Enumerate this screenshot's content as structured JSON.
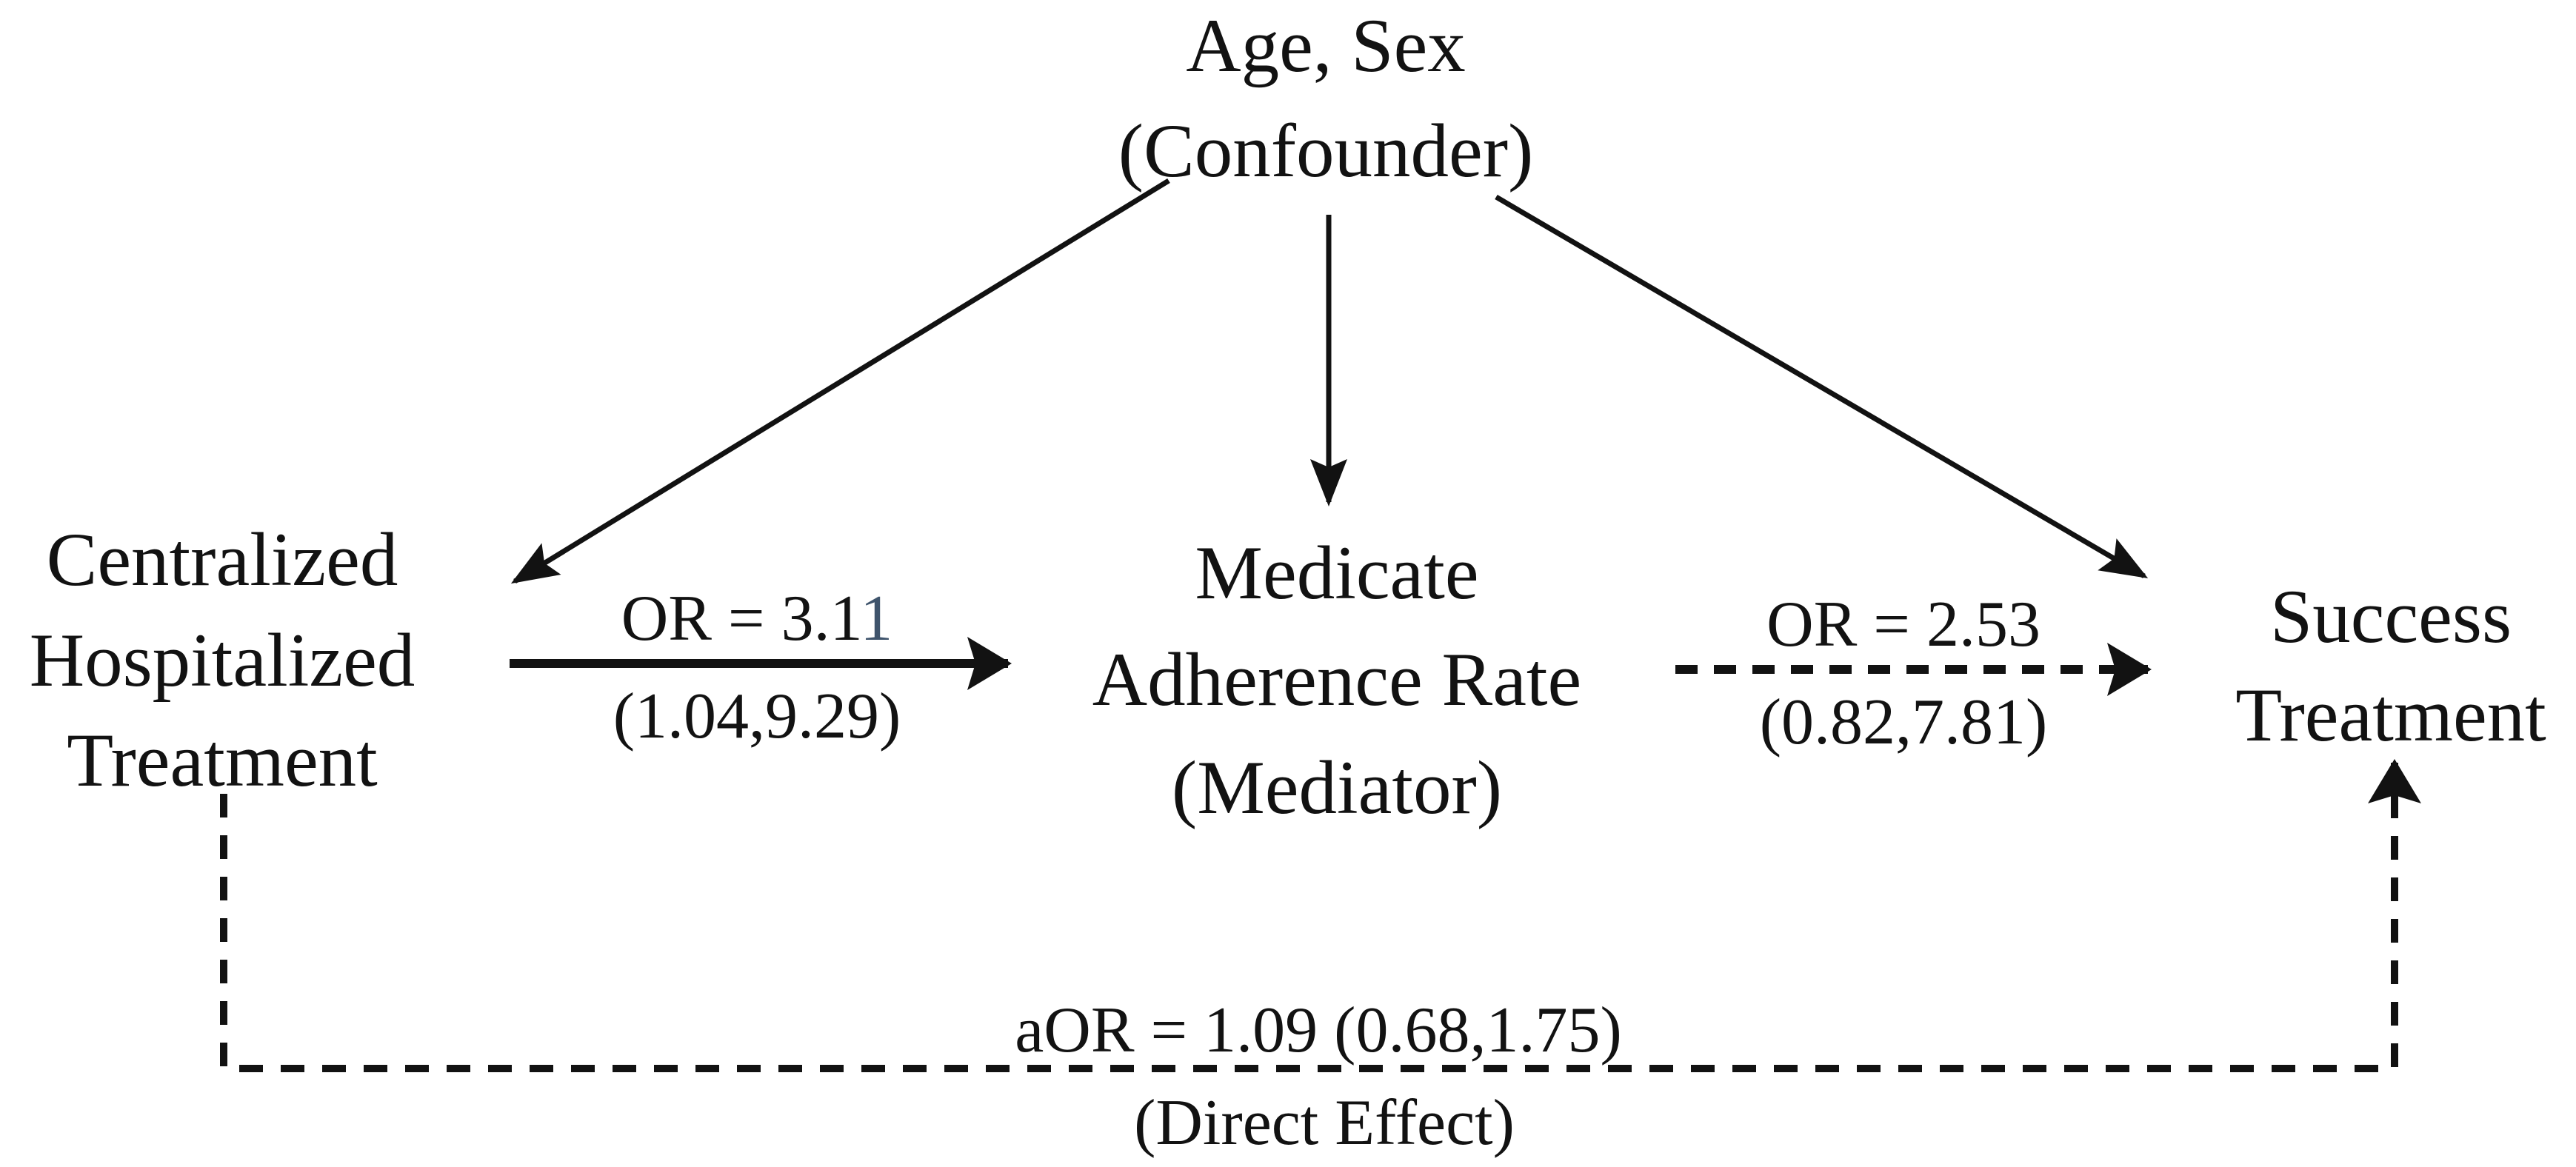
{
  "background_color": "#ffffff",
  "ink_color": "#121212",
  "accent_digit_color": "#3f546c",
  "nodes": {
    "confounder": {
      "lines": [
        "Age, Sex",
        "(Confounder)"
      ]
    },
    "exposure": {
      "lines": [
        "Centralized",
        "Hospitalized",
        "Treatment"
      ]
    },
    "mediator": {
      "lines": [
        "Medicate",
        "Adherence Rate",
        "(Mediator)"
      ]
    },
    "outcome": {
      "lines": [
        "Success",
        "Treatment"
      ]
    }
  },
  "edges": {
    "confounder_to_exposure": {
      "line_style": "solid"
    },
    "confounder_to_mediator": {
      "line_style": "solid"
    },
    "confounder_to_outcome": {
      "line_style": "solid"
    },
    "exposure_to_mediator": {
      "line_style": "solid",
      "or_value_main": "OR = 3.1",
      "or_value_accent_digit": "1",
      "ci_value": "(1.04,9.29)"
    },
    "mediator_to_outcome": {
      "line_style": "dashed",
      "or_value": "OR = 2.53",
      "ci_value": "(0.82,7.81)"
    },
    "direct_effect": {
      "line_style": "dashed",
      "label": "aOR = 1.09 (0.68,1.75)",
      "sublabel": "(Direct Effect)"
    }
  }
}
